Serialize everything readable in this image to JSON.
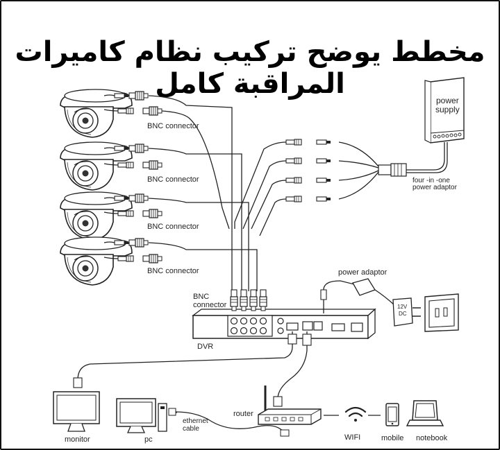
{
  "title": "مخطط يوضح تركيب نظام كاميرات المراقبة كامل",
  "labels": {
    "bnc_connector": "BNC connector",
    "power_supply_line1": "power",
    "power_supply_line2": "supply",
    "four_in_one_line1": "four -in -one",
    "four_in_one_line2": "power adaptor",
    "power_adaptor": "power adaptor",
    "adaptor_rating_line1": "12V",
    "adaptor_rating_line2": "DC",
    "dvr_bnc_line1": "BNC",
    "dvr_bnc_line2": "connector",
    "dvr": "DVR",
    "router": "router",
    "ethernet_line1": "ethernet",
    "ethernet_line2": "cable",
    "monitor": "monitor",
    "pc": "pc",
    "wifi": "WIFI",
    "mobile": "mobile",
    "notebook": "notebook"
  },
  "icons": {
    "camera": "dome-camera-icon",
    "power_supply": "power-supply-icon",
    "wall_socket": "wall-socket-icon",
    "wifi": "wifi-icon"
  }
}
